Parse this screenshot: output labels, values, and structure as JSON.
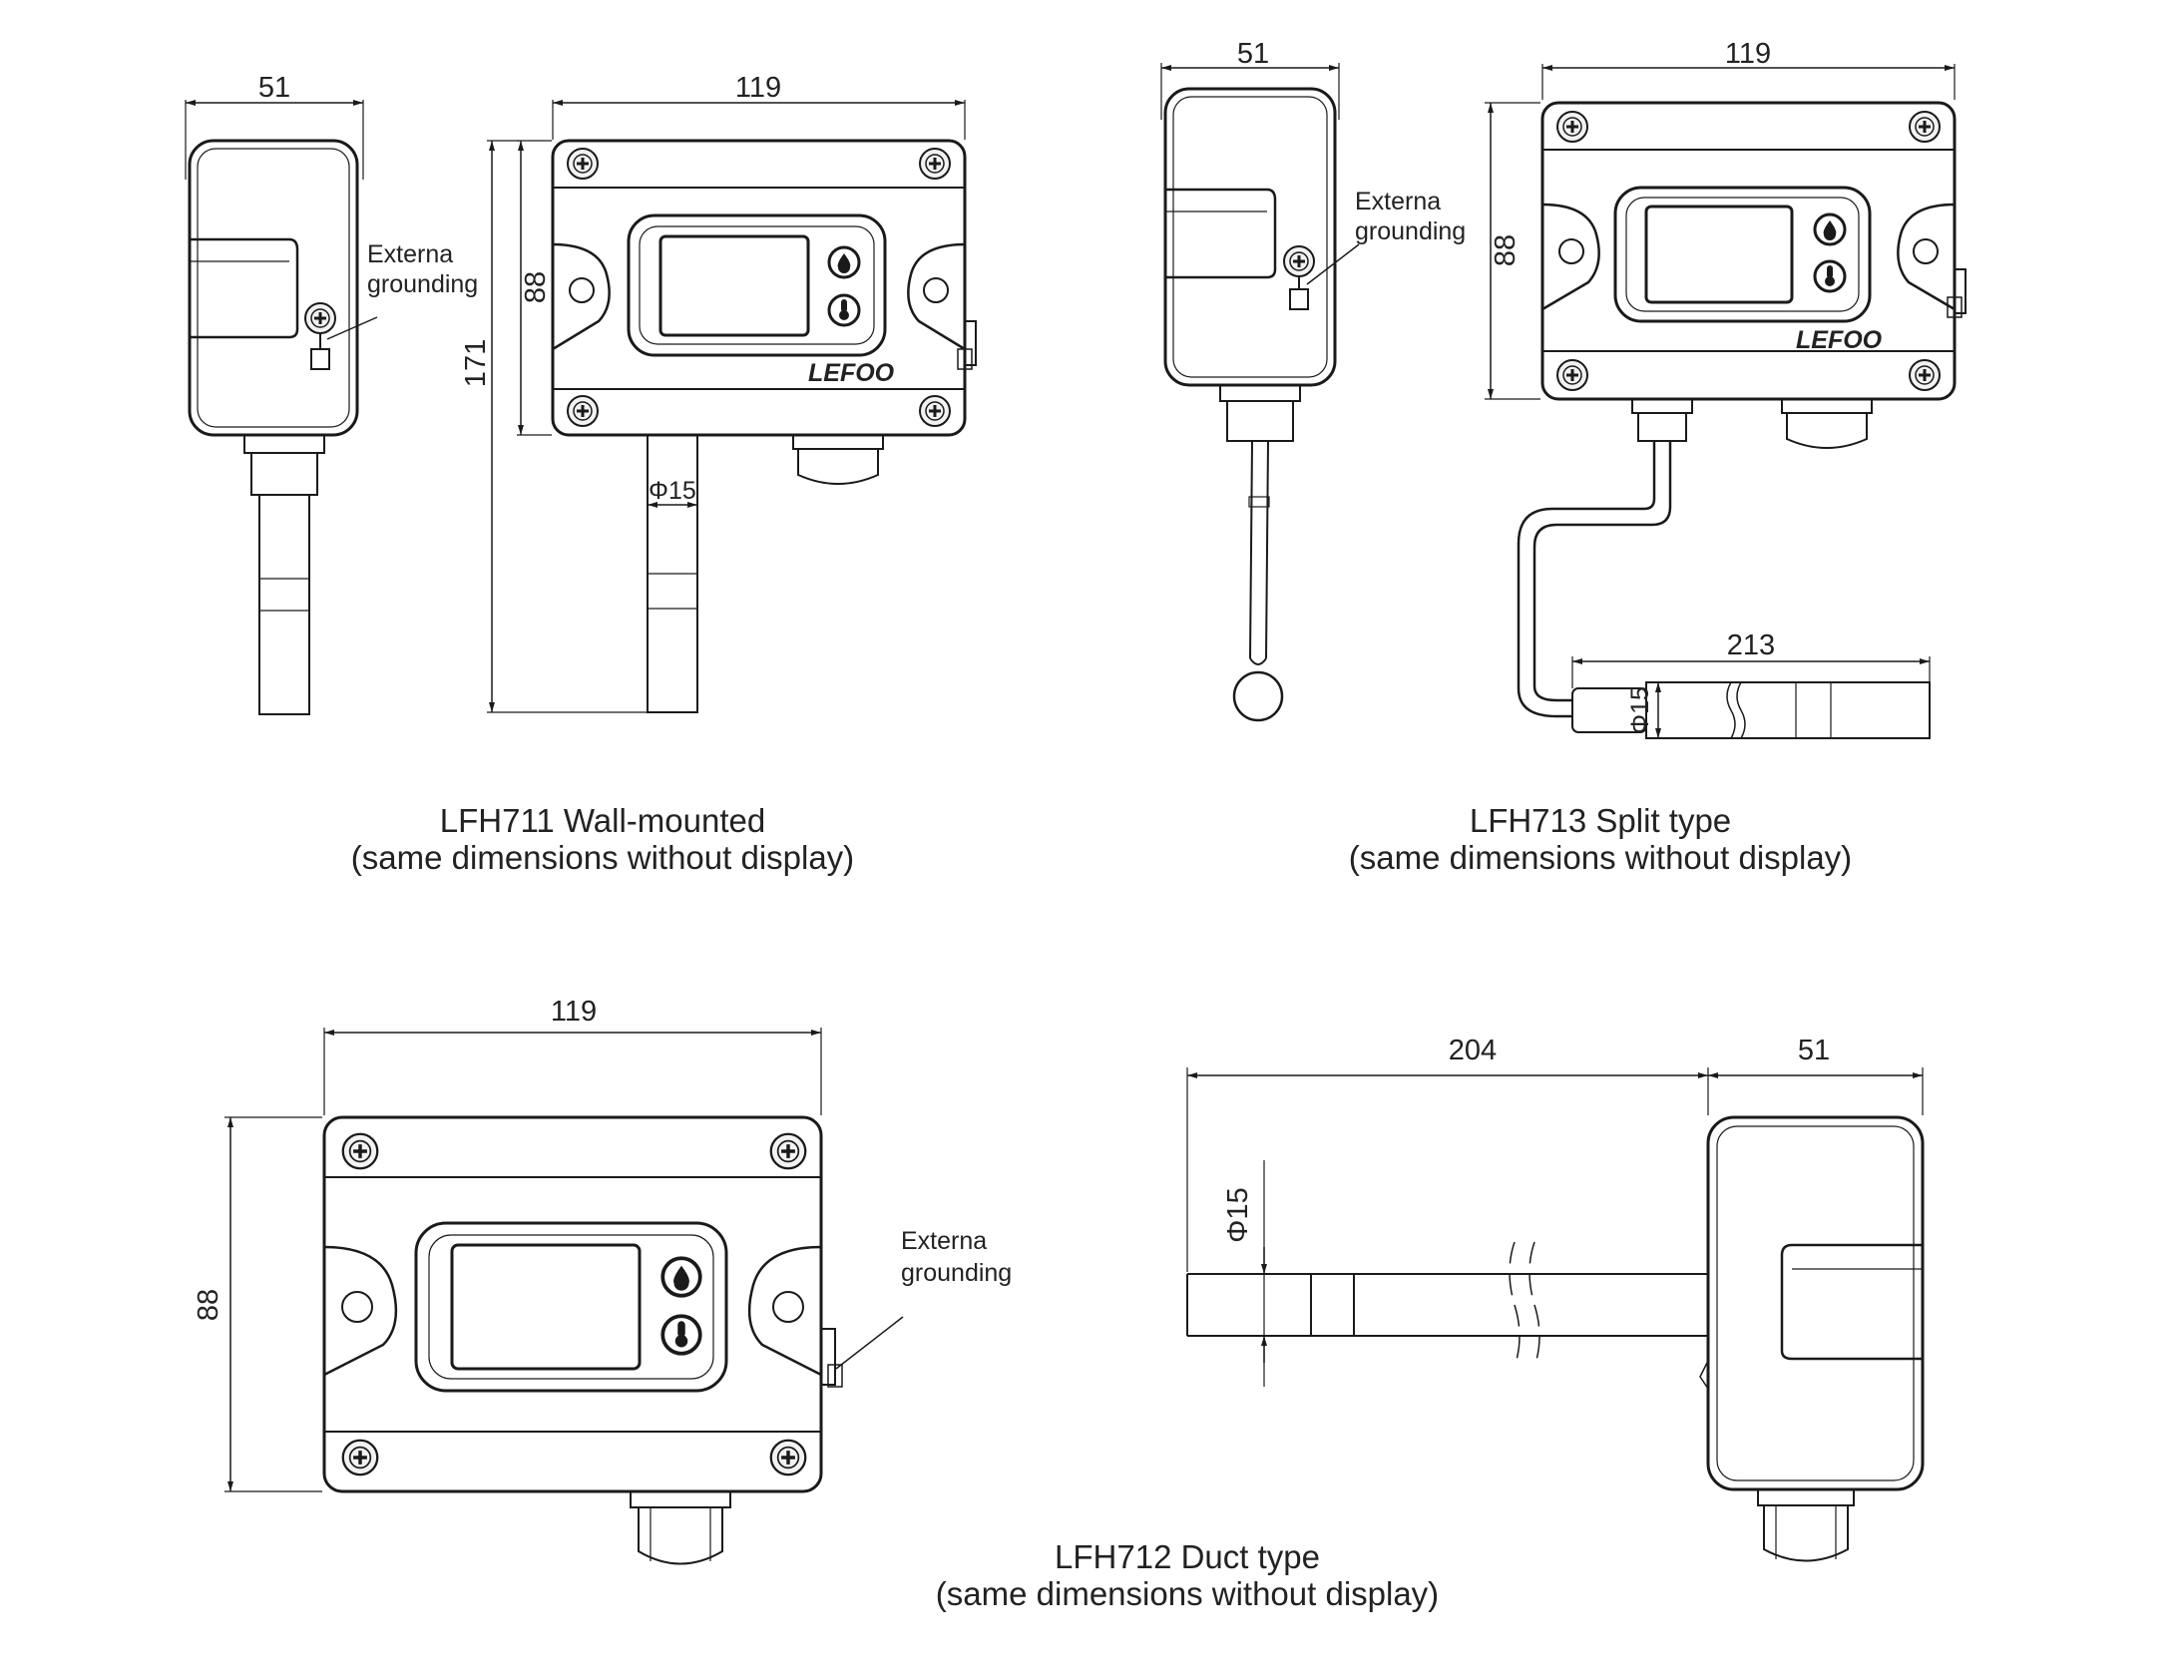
{
  "wall_mounted": {
    "caption_title": "LFH711 Wall-mounted",
    "caption_note": "(same dimensions without display)",
    "side_width": "51",
    "front_width": "119",
    "height": "88",
    "total_height": "171",
    "probe_diameter": "Φ15",
    "grounding_line1": "Externa",
    "grounding_line2": "grounding",
    "brand": "LEFOO"
  },
  "split_type": {
    "caption_title": "LFH713 Split type",
    "caption_note": "(same dimensions without display)",
    "side_width": "51",
    "front_width": "119",
    "height": "88",
    "probe_length": "213",
    "probe_diameter": "Φ15",
    "grounding_line1": "Externa",
    "grounding_line2": "grounding",
    "brand": "LEFOO"
  },
  "duct_type": {
    "caption_title": "LFH712 Duct type",
    "caption_note": "(same dimensions without display)",
    "front_width": "119",
    "height": "88",
    "probe_length": "204",
    "side_width": "51",
    "probe_diameter": "Φ15",
    "grounding_line1": "Externa",
    "grounding_line2": "grounding"
  },
  "colors": {
    "line": "#1a1a1a",
    "text": "#222222",
    "background": "#ffffff"
  }
}
